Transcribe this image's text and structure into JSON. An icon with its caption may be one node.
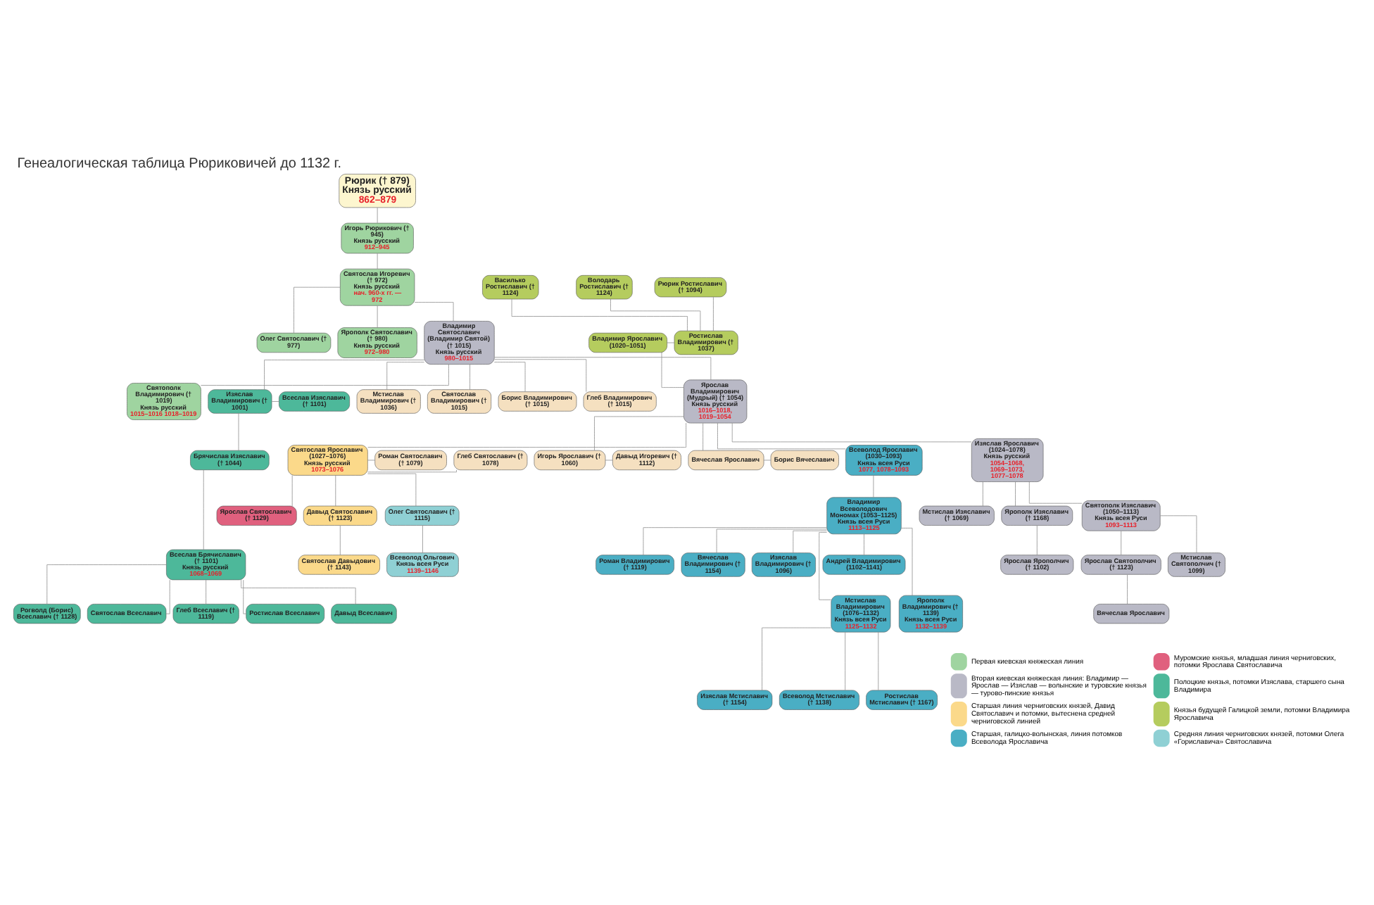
{
  "diagram": {
    "title": "Генеалогическая таблица Рюриковичей до 1132 г.",
    "nodes": [
      {
        "text": [
          "Рюрик († 879)",
          "Князь русский",
          "862–879"
        ]
      },
      {
        "text": [
          "Олег Святославич († 977)"
        ]
      },
      {
        "text": [
          "Ярополк Святославич († 980)",
          "Князь русский",
          "972–980"
        ]
      },
      {
        "text": [
          "Святослав Игоревич († 972)",
          "Князь русский",
          "нач. 960-х гг. — 972"
        ]
      },
      {
        "text": [
          "Игорь Рюрикович († 945)",
          "Князь русский",
          "912–945"
        ]
      },
      {
        "text": [
          "Святополк Владимирович († 1019)",
          "Князь русский",
          "1015–1016 1018–1019"
        ]
      },
      {
        "text": [
          "Владимир Святославич (Владимир Святой) († 1015)",
          "Князь русский",
          "980–1015"
        ]
      },
      {
        "text": [
          "Всеслав Изяславич († 1101)"
        ]
      },
      {
        "text": [
          "Изяслав Владимирович († 1001)"
        ]
      },
      {
        "text": [
          "Мстислав Владимирович († 1036)"
        ]
      },
      {
        "text": [
          "Святослав Владимирович († 1015)"
        ]
      },
      {
        "text": [
          "Борис Владимирович († 1015)"
        ]
      },
      {
        "text": [
          "Глеб Владимирович († 1015)"
        ]
      },
      {
        "text": [
          "Брячислав Изяславич († 1044)"
        ]
      },
      {
        "text": [
          "Всеслав Брячиславич († 1101)",
          "Князь русский",
          "1068–1069"
        ]
      },
      {
        "text": [
          "Рогволд (Борис) Всеславич († 1128)"
        ]
      },
      {
        "text": [
          "Святослав Всеславич"
        ]
      },
      {
        "text": [
          "Глеб Всеславич († 1119)"
        ]
      },
      {
        "text": [
          "Ростислав Всеславич"
        ]
      },
      {
        "text": [
          "Давыд Всеславич"
        ]
      },
      {
        "text": [
          "Ярослав Святославич († 1129)"
        ]
      },
      {
        "text": [
          "Глеб Святославич († 1078)"
        ]
      },
      {
        "text": [
          "Святослав Ярославич (1027–1076)",
          "Князь русский",
          "1073–1076"
        ]
      },
      {
        "text": [
          "Роман Святославич († 1079)"
        ]
      },
      {
        "text": [
          "Давыд Святославич († 1123)"
        ]
      },
      {
        "text": [
          "Олег Святославич († 1115)"
        ]
      },
      {
        "text": [
          "Святослав Давыдович († 1143)"
        ]
      },
      {
        "text": [
          "Всеволод Ольгович",
          "Князь всея Руси",
          "1139–1146"
        ]
      },
      {
        "text": [
          "Владимир Ярославич (1020–1051)"
        ]
      },
      {
        "text": [
          "Ростислав Владимирович († 1037)"
        ]
      },
      {
        "text": [
          "Василько Ростиславич († 1124)"
        ]
      },
      {
        "text": [
          "Володарь Ростиславич († 1124)"
        ]
      },
      {
        "text": [
          "Рюрик Ростиславич († 1094)"
        ]
      },
      {
        "text": [
          "Ярослав Владимирович (Мудрый) († 1054)",
          "Князь русский",
          "1016–1018, 1019–1054"
        ]
      },
      {
        "text": [
          "Игорь Ярославич († 1060)"
        ]
      },
      {
        "text": [
          "Давыд Игоревич († 1112)"
        ]
      },
      {
        "text": [
          "Вячеслав Ярославич"
        ]
      },
      {
        "text": [
          "Борис Вячеславич"
        ]
      },
      {
        "text": [
          "Всеволод Ярославич (1030–1093)",
          "Князь всея Руси",
          "1077, 1078–1093"
        ]
      },
      {
        "text": [
          "Владимир Всеволодович Мономах (1053–1125)",
          "Князь всея Руси",
          "1113–1125"
        ]
      },
      {
        "text": [
          "Изяслав Ярославич (1024–1078)",
          "Князь русский",
          "1054–1068, 1069–1073, 1077–1078"
        ]
      },
      {
        "text": [
          "Роман Владимирович († 1119)"
        ]
      },
      {
        "text": [
          "Вячеслав Владимирович († 1154)"
        ]
      },
      {
        "text": [
          "Изяслав Владимирович († 1096)"
        ]
      },
      {
        "text": [
          "Андрей Владимирович (1102–1141)"
        ]
      },
      {
        "text": [
          "Мстислав Изяславич († 1069)"
        ]
      },
      {
        "text": [
          "Ярополк Изяславич († 1168)"
        ]
      },
      {
        "text": [
          "Мстислав Владимирович (1076–1132)",
          "Князь всея Руси",
          "1125–1132"
        ]
      },
      {
        "text": [
          "Ярополк Владимирович († 1139)",
          "Князь всея Руси",
          "1132–1139"
        ]
      },
      {
        "text": [
          "Святополк Изяславич (1050–1113)",
          "Князь всея Руси",
          "1093–1113"
        ]
      },
      {
        "text": [
          "Ярослав Ярополчич († 1102)"
        ]
      },
      {
        "text": [
          "Изяслав Мстиславич († 1154)"
        ]
      },
      {
        "text": [
          "Всеволод Мстиславич († 1138)"
        ]
      },
      {
        "text": [
          "Ростислав Мстиславич († 1167)"
        ]
      },
      {
        "text": [
          "Ярослав Святополчич († 1123)"
        ]
      },
      {
        "text": [
          "Мстислав Святополчич († 1099)"
        ]
      },
      {
        "text": [
          "Вячеслав Ярославич"
        ]
      }
    ],
    "edges": [
      {
        "from": 0,
        "to": 4,
        "arrow": "none"
      },
      {
        "from": 4,
        "to": 3,
        "arrow": "none"
      },
      {
        "from": 3,
        "to": 1,
        "arrow": "none"
      },
      {
        "from": 3,
        "to": 2,
        "arrow": "none"
      },
      {
        "from": 3,
        "to": 6,
        "arrow": "none"
      },
      {
        "from": 6,
        "to": 5,
        "arrow": "none"
      },
      {
        "from": 6,
        "to": 33,
        "arrow": "none"
      },
      {
        "from": 6,
        "to": 8,
        "arrow": "none"
      },
      {
        "from": 6,
        "to": 9,
        "arrow": "none"
      },
      {
        "from": 6,
        "to": 10,
        "arrow": "none"
      },
      {
        "from": 6,
        "to": 11,
        "arrow": "none"
      },
      {
        "from": 6,
        "to": 12,
        "arrow": "none"
      },
      {
        "from": 8,
        "to": 7,
        "arrow": "none"
      },
      {
        "from": 8,
        "to": 13,
        "arrow": "none"
      },
      {
        "from": 13,
        "to": 14,
        "arrow": "none"
      },
      {
        "from": 14,
        "to": 15,
        "arrow": "none"
      },
      {
        "from": 14,
        "to": 16,
        "arrow": "none"
      },
      {
        "from": 14,
        "to": 17,
        "arrow": "none"
      },
      {
        "from": 14,
        "to": 18,
        "arrow": "none"
      },
      {
        "from": 14,
        "to": 19,
        "arrow": "none"
      },
      {
        "from": 22,
        "to": 21,
        "arrow": "none"
      },
      {
        "from": 22,
        "to": 20,
        "arrow": "none"
      },
      {
        "from": 22,
        "to": 23,
        "arrow": "none"
      },
      {
        "from": 22,
        "to": 24,
        "arrow": "none"
      },
      {
        "from": 22,
        "to": 25,
        "arrow": "none"
      },
      {
        "from": 24,
        "to": 26,
        "arrow": "none"
      },
      {
        "from": 25,
        "to": 27,
        "arrow": "none"
      },
      {
        "from": 33,
        "to": 28,
        "arrow": "none"
      },
      {
        "from": 28,
        "to": 29,
        "arrow": "none"
      },
      {
        "from": 29,
        "to": 30,
        "arrow": "none"
      },
      {
        "from": 29,
        "to": 31,
        "arrow": "none"
      },
      {
        "from": 29,
        "to": 32,
        "arrow": "none"
      },
      {
        "from": 33,
        "to": 34,
        "arrow": "none"
      },
      {
        "from": 33,
        "to": 36,
        "arrow": "none"
      },
      {
        "from": 34,
        "to": 35,
        "arrow": "none"
      },
      {
        "from": 36,
        "to": 37,
        "arrow": "none"
      },
      {
        "from": 33,
        "to": 38,
        "arrow": "none"
      },
      {
        "from": 33,
        "to": 40,
        "arrow": "none"
      },
      {
        "from": 33,
        "to": 22,
        "arrow": "none"
      },
      {
        "from": 38,
        "to": 39,
        "arrow": "none"
      },
      {
        "from": 39,
        "to": 41,
        "arrow": "none"
      },
      {
        "from": 39,
        "to": 42,
        "arrow": "none"
      },
      {
        "from": 39,
        "to": 43,
        "arrow": "none"
      },
      {
        "from": 39,
        "to": 44,
        "arrow": "none"
      },
      {
        "from": 39,
        "to": 47,
        "arrow": "none"
      },
      {
        "from": 39,
        "to": 48,
        "arrow": "none"
      },
      {
        "from": 47,
        "to": 51,
        "arrow": "none"
      },
      {
        "from": 47,
        "to": 52,
        "arrow": "none"
      },
      {
        "from": 47,
        "to": 53,
        "arrow": "none"
      },
      {
        "from": 40,
        "to": 45,
        "arrow": "none"
      },
      {
        "from": 40,
        "to": 46,
        "arrow": "none"
      },
      {
        "from": 40,
        "to": 49,
        "arrow": "none"
      },
      {
        "from": 46,
        "to": 50,
        "arrow": "none"
      },
      {
        "from": 49,
        "to": 54,
        "arrow": "none"
      },
      {
        "from": 49,
        "to": 55,
        "arrow": "none"
      },
      {
        "from": 54,
        "to": 56,
        "arrow": "none"
      }
    ],
    "legend": [
      {
        "text": "Первая киевская княжеская линия",
        "color": "#9fd4a0"
      },
      {
        "text": "Муромские князья, младшая линия черниговских, потомки Ярослава Святославича",
        "color": "#e0607e"
      },
      {
        "text": "Вторая киевская княжеская линия: Владимир — Ярослав — Изяслав — волынские и туровские князья — турово-пинские князья",
        "color": "#b9b9c6"
      },
      {
        "text": "Полоцкие князья, потомки Изяслава, старшего сына Владимира",
        "color": "#4db89a"
      },
      {
        "text": "Старшая линия черниговских князей, Давид Святославич и потомки, вытеснена средней черниговской линией",
        "color": "#fbd98a"
      },
      {
        "text": "Князья будущей Галицкой земли, потомки Владимира Ярославича",
        "color": "#b5cc5e"
      },
      {
        "text": "Старшая, галицко-волынская, линия потомков Всеволода Ярославича",
        "color": "#4aaec4"
      },
      {
        "text": "Средняя линия черниговских князей, потомки Олега «Гориславича» Святославича",
        "color": "#8fd0d4"
      }
    ]
  }
}
